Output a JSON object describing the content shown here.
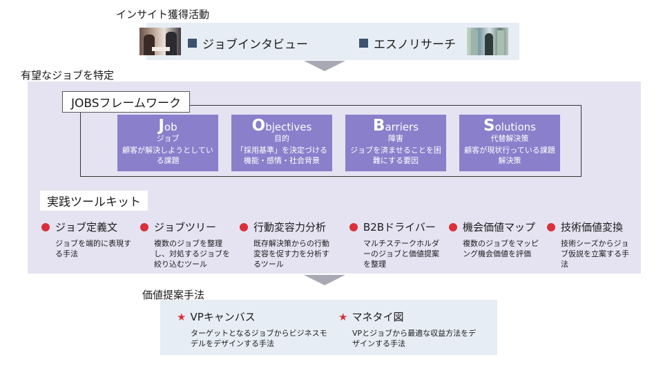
{
  "insight": {
    "label": "インサイト獲得活動",
    "methods": [
      {
        "label": "ジョブインタビュー"
      },
      {
        "label": "エスノリサーチ"
      }
    ]
  },
  "identify": {
    "label": "有望なジョブを特定",
    "framework_title": "JOBSフレームワーク",
    "cards": [
      {
        "cap": "J",
        "rest": "ob",
        "sub": "ジョブ",
        "desc": "顧客が解決しようとしている課題"
      },
      {
        "cap": "O",
        "rest": "bjectives",
        "sub": "目的",
        "desc": "「採用基準」を決定づける機能・感情・社会背景"
      },
      {
        "cap": "B",
        "rest": "arriers",
        "sub": "障害",
        "desc": "ジョブを済ませることを困難にする要因"
      },
      {
        "cap": "S",
        "rest": "olutions",
        "sub": "代替解決策",
        "desc": "顧客が現状行っている課題解決策"
      }
    ],
    "tools_title": "実践ツールキット",
    "tools": [
      {
        "name": "ジョブ定義文",
        "desc": "ジョブを端的に表現する手法"
      },
      {
        "name": "ジョブツリー",
        "desc": "複数のジョブを整理し、対処するジョブを絞り込むツール"
      },
      {
        "name": "行動変容力分析",
        "desc": "既存解決策からの行動変容を促す力を分析するツール"
      },
      {
        "name": "B2Bドライバー",
        "desc": "マルチステークホルダーのジョブと価値提案を整理"
      },
      {
        "name": "機会価値マップ",
        "desc": "複数のジョブをマッピング機会価値を評価"
      },
      {
        "name": "技術価値変換",
        "desc": "技術シーズからジョブ仮説を立案する手法"
      }
    ]
  },
  "value": {
    "label": "価値提案手法",
    "items": [
      {
        "name": "VPキャンバス",
        "desc": "ターゲットとなるジョブからビジネスモデルをデザインする手法"
      },
      {
        "name": "マネタイ図",
        "desc": "VPとジョブから最適な収益方法をデザインする手法"
      }
    ]
  },
  "colors": {
    "card": "#8a7fcb",
    "panel": "#e5e3f2",
    "band": "#e7edf5",
    "bullet": "#d9303a",
    "square": "#3b5270"
  },
  "icons": {
    "bullet": "red-circle",
    "vp_bullet": "red-star",
    "method_bullet": "navy-square"
  }
}
